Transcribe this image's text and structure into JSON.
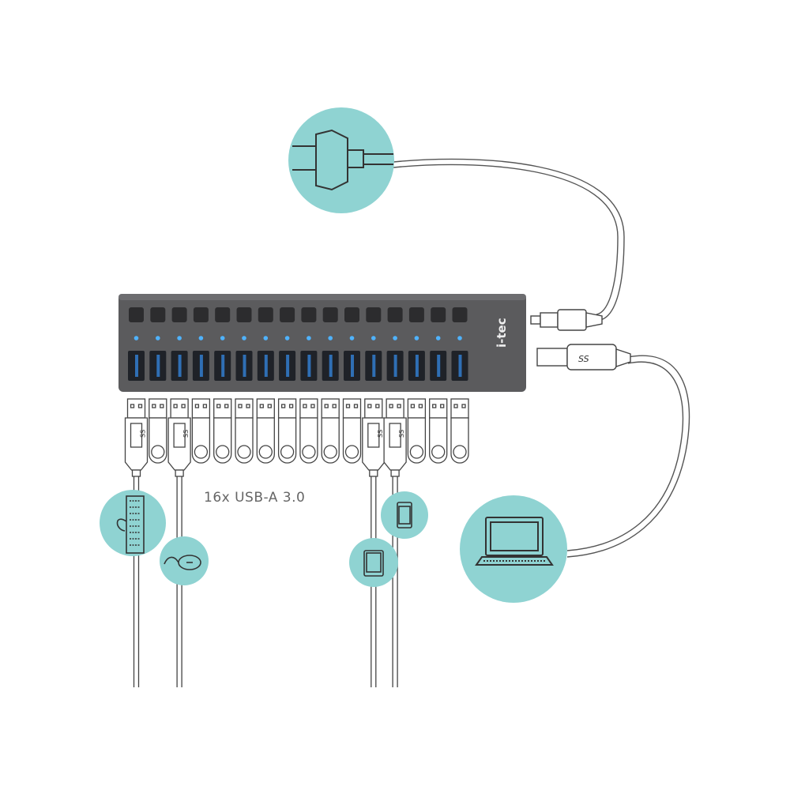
{
  "diagram": {
    "port_label": "16x USB-A 3.0",
    "brand_logo": "i-tec",
    "port_count": 16,
    "plugged_ports": [
      0,
      2,
      11,
      12
    ],
    "usb_b_logo": "SS",
    "devices": [
      "power-plug",
      "keyboard",
      "mouse",
      "tablet",
      "smartphone",
      "laptop"
    ],
    "colors": {
      "circle": "#8fd3d2",
      "hub": "#5a5a5c",
      "led": "#4fb3ff",
      "port": "#2f6fb5"
    }
  }
}
